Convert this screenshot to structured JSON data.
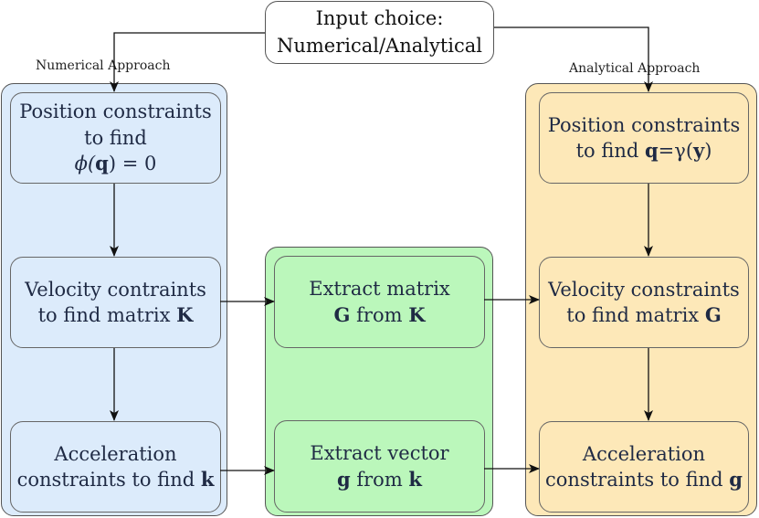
{
  "input": {
    "line1": "Input choice:",
    "line2": "Numerical/Analytical"
  },
  "edge_labels": {
    "numerical": "Numerical Approach",
    "analytical": "Analytical Approach"
  },
  "numerical": {
    "position": {
      "line1": "Position constraints",
      "line2": "to find",
      "line3": "ϕ(",
      "line3_bold": "q",
      "line3_end": ") = 0"
    },
    "velocity": {
      "line1": "Velocity contraints",
      "line2": "to find matrix ",
      "line2_bold": "K"
    },
    "acceleration": {
      "line1": "Acceleration",
      "line2": "constraints to find ",
      "line2_bold": "k"
    }
  },
  "bridge": {
    "matrix": {
      "line1": "Extract matrix",
      "bold1": "G",
      "middle": " from ",
      "bold2": "K"
    },
    "vector": {
      "line1": "Extract vector",
      "bold1": "g",
      "middle": " from ",
      "bold2": "k"
    }
  },
  "analytical": {
    "position": {
      "line1": "Position constraints",
      "line2": "to find ",
      "bold_q": "q",
      "eq": "=γ(",
      "bold_y": "y",
      "close": ")"
    },
    "velocity": {
      "line1": "Velocity constraints",
      "line2": "to find matrix ",
      "line2_bold": "G"
    },
    "acceleration": {
      "line1": "Acceleration",
      "line2": "constraints to find ",
      "line2_bold": "g"
    }
  }
}
